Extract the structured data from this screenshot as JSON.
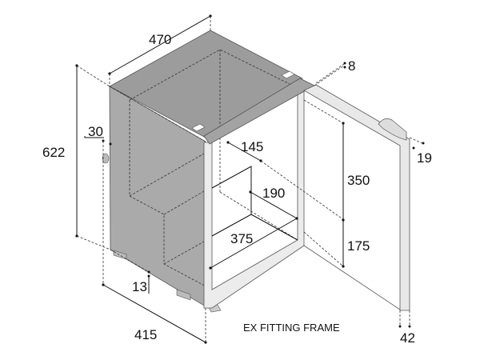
{
  "title": "EX FITTING FRAME",
  "dimensions": {
    "width": "470",
    "height": "622",
    "depth": "415",
    "frame_offset_top": "8",
    "side_offset": "30",
    "bottom_offset": "13",
    "interior_depth_upper": "145",
    "interior_depth_lower": "190",
    "interior_width": "375",
    "interior_height_upper": "350",
    "interior_height_lower": "175",
    "door_thickness": "19",
    "frame_depth": "42"
  },
  "colors": {
    "body": "#a9a9a9",
    "top": "#9a9a9a",
    "frame": "#e6e6e6",
    "bar": "#a6a6a6"
  }
}
